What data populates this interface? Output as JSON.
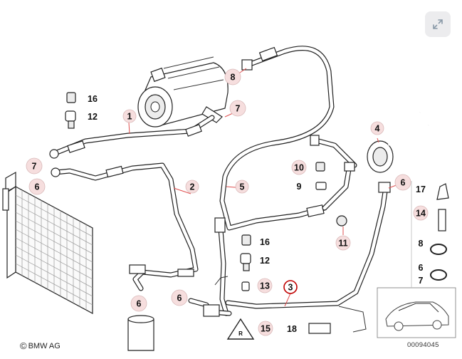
{
  "callouts": {
    "c1": "1",
    "c2": "2",
    "c3": "3",
    "c4": "4",
    "c5": "5",
    "c6a": "6",
    "c6b": "6",
    "c6c": "6",
    "c6d": "6",
    "c6e": "6",
    "c7a": "7",
    "c7b": "7",
    "c7c": "7",
    "c8a": "8",
    "c8b": "8",
    "c9": "9",
    "c10": "10",
    "c11": "11",
    "c12a": "12",
    "c12b": "12",
    "c13": "13",
    "c14": "14",
    "c15": "15",
    "c16a": "16",
    "c16b": "16",
    "c17": "17",
    "c18": "18"
  },
  "footer": {
    "copyright_symbol": "©",
    "copyright_text": "BMW AG",
    "doc_number": "00094045"
  },
  "icons": {
    "expand": "expand-diagonal-arrows-icon",
    "warning": "a-c-warning-triangle-icon"
  },
  "colors": {
    "callout_fill": "#f6dede",
    "highlight_ring": "#c00000",
    "leader_line": "#e05050"
  }
}
